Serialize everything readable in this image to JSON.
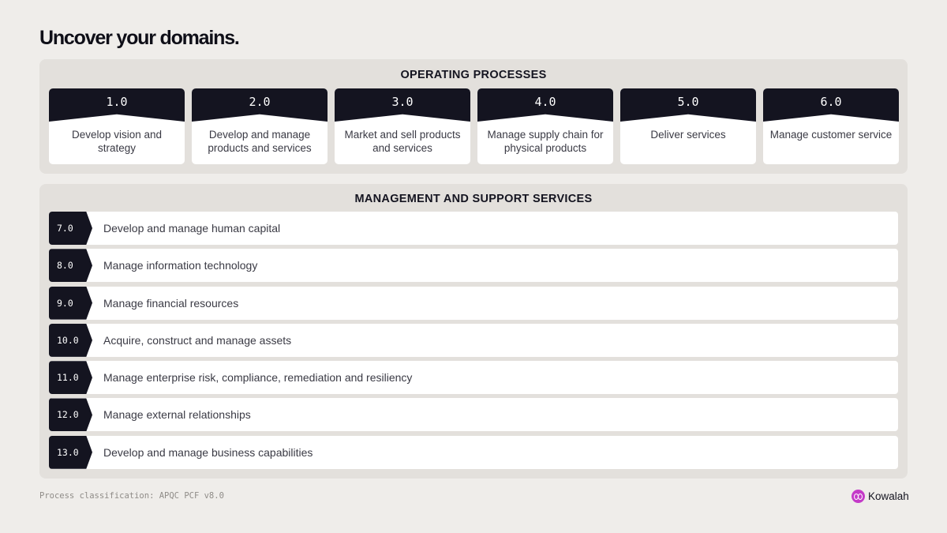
{
  "page": {
    "title": "Uncover your domains."
  },
  "operating": {
    "title": "OPERATING PROCESSES",
    "items": [
      {
        "num": "1.0",
        "label": "Develop vision and strategy"
      },
      {
        "num": "2.0",
        "label": "Develop and manage products and services"
      },
      {
        "num": "3.0",
        "label": "Market and sell products and services"
      },
      {
        "num": "4.0",
        "label": "Manage supply chain for physical products"
      },
      {
        "num": "5.0",
        "label": "Deliver services"
      },
      {
        "num": "6.0",
        "label": "Manage customer service"
      }
    ]
  },
  "management": {
    "title": "MANAGEMENT AND SUPPORT SERVICES",
    "items": [
      {
        "num": "7.0",
        "label": "Develop and manage human capital"
      },
      {
        "num": "8.0",
        "label": "Manage information technology"
      },
      {
        "num": "9.0",
        "label": "Manage financial resources"
      },
      {
        "num": "10.0",
        "label": "Acquire, construct and manage assets"
      },
      {
        "num": "11.0",
        "label": "Manage enterprise risk, compliance, remediation and resiliency"
      },
      {
        "num": "12.0",
        "label": "Manage external relationships"
      },
      {
        "num": "13.0",
        "label": "Develop and manage business capabilities"
      }
    ]
  },
  "footer": {
    "note": "Process classification: APQC PCF v8.0",
    "brand": "Kowalah",
    "brand_icon": "kowalah-logo-icon",
    "brand_color": "#c43bc8"
  }
}
